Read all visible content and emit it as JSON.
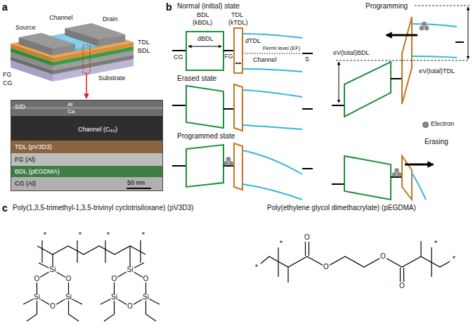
{
  "diagram": {
    "nodes": [
      {
        "text": [
          "S/D",
          "Al",
          "Ca",
          "Channel (C₆₀)",
          "TDL (pV3D3)",
          "FG (Al)",
          "BDL (pEGDMA)",
          "CG (Al)",
          "50 nm"
        ]
      }
    ],
    "labels": [
      "a",
      "Source",
      "Drain",
      "Channel",
      "FG",
      "CG",
      "TDL",
      "BDL",
      "Substrate",
      "b",
      "Normal (initial) state",
      "BDL",
      "(kBDL)",
      "TDL",
      "(kTDL)",
      "dBDL",
      "dTDL",
      "Fermi level (EF)",
      "CG",
      "FG",
      "Channel",
      "S",
      "Erased state",
      "Programmed state",
      "Programming",
      "eV(total)BDL",
      "eV(total)TDL",
      "Erasing",
      "c",
      "Poly(1,3,5-trimethyl-1,3,5-trivinyl cyclotrisiloxane) (pV3D3)",
      "Poly(ethylene glycol dimethacrylate) (pEGDMA)",
      "Si",
      "O",
      "Si",
      "O",
      "Si",
      "O",
      "Si",
      "O",
      "Si",
      "O",
      "Si",
      "O",
      "*",
      "*",
      "*",
      "*",
      "O",
      "O",
      "O",
      "O",
      "*",
      "*",
      "*",
      "*"
    ],
    "legend": [
      {
        "text": "Electron",
        "color": "#8c8c8c"
      }
    ]
  }
}
